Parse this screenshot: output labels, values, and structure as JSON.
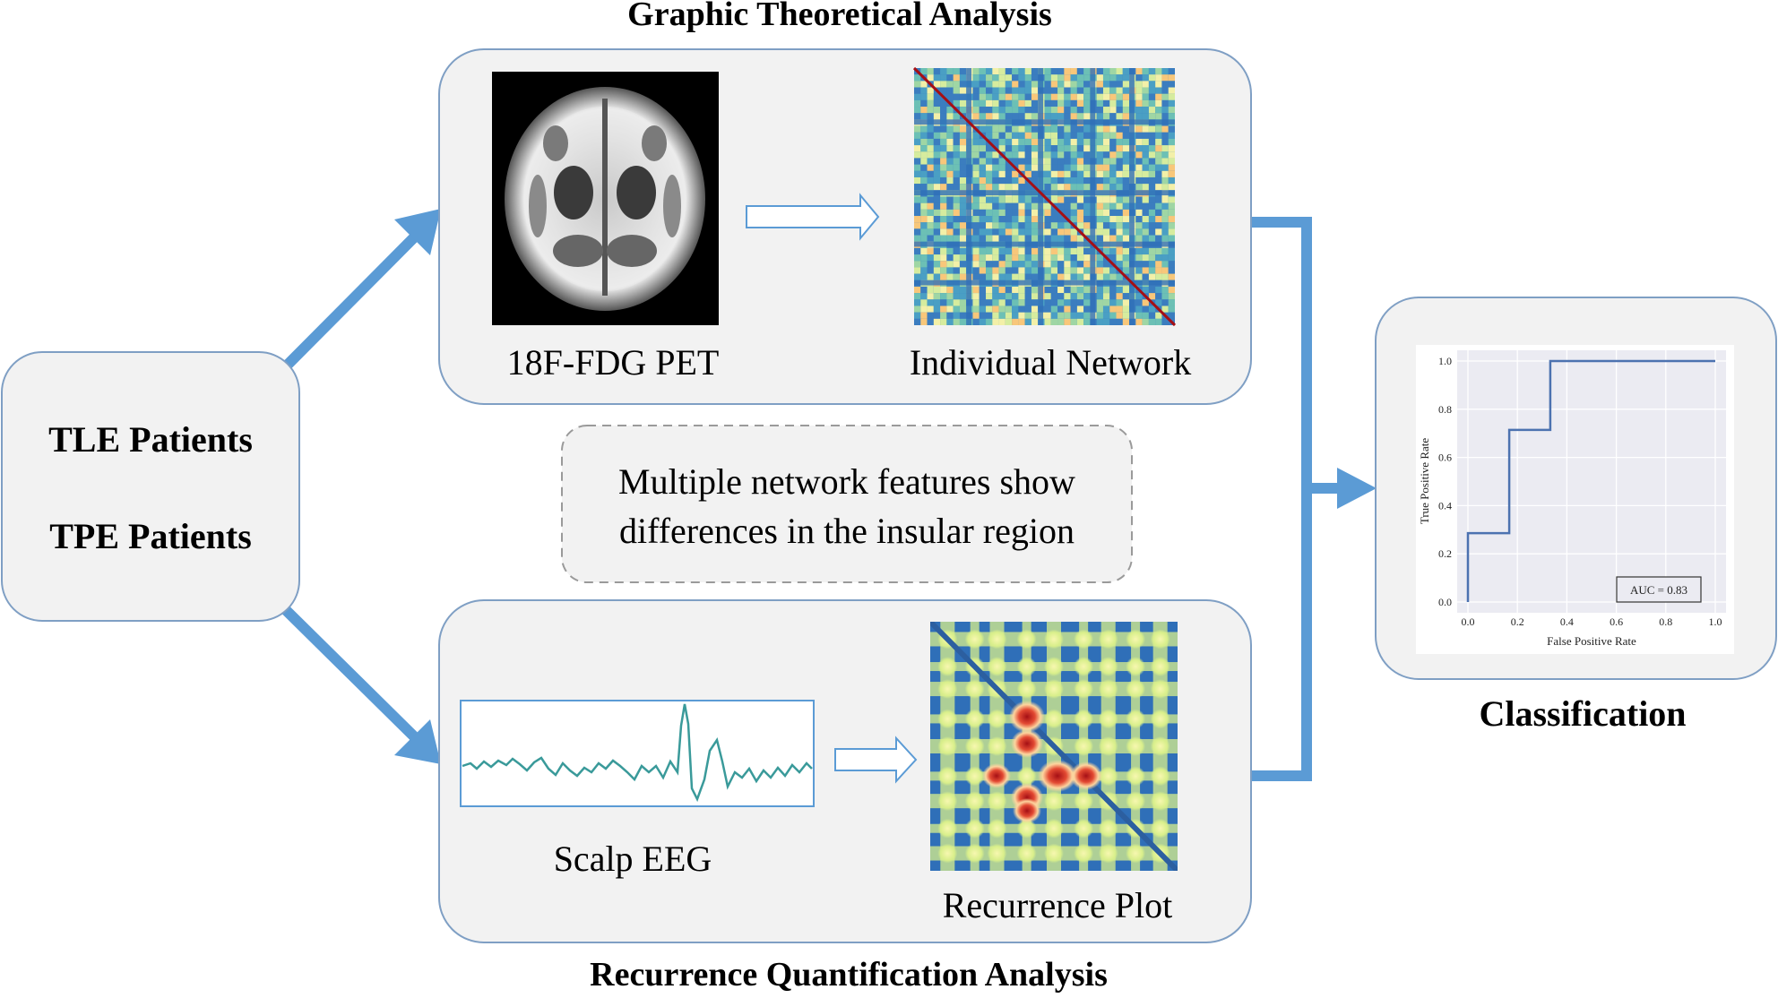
{
  "titles": {
    "top": "Graphic Theoretical Analysis",
    "bottom": "Recurrence Quantification Analysis",
    "right": "Classification"
  },
  "patients": {
    "line1": "TLE Patients",
    "line2": "TPE Patients"
  },
  "top_panel": {
    "pet_caption": "18F-FDG PET",
    "network_caption": "Individual Network"
  },
  "bottom_panel": {
    "eeg_caption": "Scalp EEG",
    "rp_caption": "Recurrence Plot"
  },
  "note": {
    "line1": "Multiple network features show",
    "line2": "differences in the insular region"
  },
  "colors": {
    "arrow": "#5b9bd5",
    "panel_fill": "#f2f2f2",
    "panel_border": "#7f9fc4",
    "dashed_border": "#9a9a9a"
  },
  "chart_data": {
    "type": "line",
    "xlabel": "False Positive Rate",
    "ylabel": "True Positive Rate",
    "xlim": [
      0.0,
      1.0
    ],
    "ylim": [
      0.0,
      1.0
    ],
    "x_ticks": [
      "0.0",
      "0.2",
      "0.4",
      "0.6",
      "0.8",
      "1.0"
    ],
    "y_ticks": [
      "0.0",
      "0.2",
      "0.4",
      "0.6",
      "0.8",
      "1.0"
    ],
    "grid": true,
    "annotation": "AUC = 0.83",
    "series": [
      {
        "x": [
          0.0,
          0.0,
          0.167,
          0.167,
          0.333,
          0.333,
          1.0
        ],
        "y": [
          0.0,
          0.286,
          0.286,
          0.714,
          0.714,
          1.0,
          1.0
        ]
      }
    ]
  }
}
